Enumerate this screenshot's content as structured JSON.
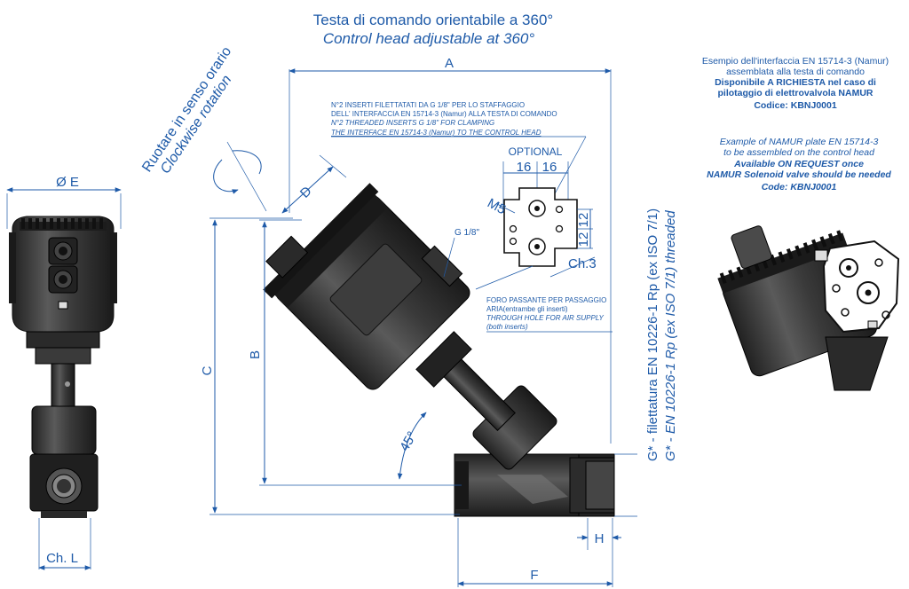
{
  "title": {
    "line_it": "Testa di comando orientabile a 360°",
    "line_en": "Control head adjustable at 360°"
  },
  "rotation": {
    "line_it": "Ruotare in senso orario",
    "line_en": "Clockwise rotation"
  },
  "dimensions": {
    "a": "A",
    "b": "B",
    "c": "C",
    "d": "D",
    "e": "Ø E",
    "f": "F",
    "h": "H",
    "chl": "Ch. L",
    "angle": "45°"
  },
  "thread_label": {
    "line_it": "G* - filettatura EN 10226-1 Rp (ex ISO 7/1)",
    "line_en": "G* - EN 10226-1 Rp (ex ISO 7/1) threaded"
  },
  "inserts_note": {
    "line1": "N°2 INSERTI FILETTATATI DA G 1/8\"  PER LO STAFFAGGIO",
    "line2": "DELL' INTERFACCIA EN 15714-3 (Namur)  ALLA TESTA DI COMANDO",
    "line3": "N°2 THREADED INSERTS G 1/8\" FOR CLAMPING",
    "line4": "THE INTERFACE EN 15714-3 (Namur) TO THE CONTROL HEAD"
  },
  "optional": {
    "label": "OPTIONAL",
    "dim_16a": "16",
    "dim_16b": "16",
    "m5": "M5",
    "dim_12a": "12",
    "dim_12b": "12",
    "ch3": "Ch.3",
    "g18": "G 1/8\""
  },
  "hole_note": {
    "line1": "FORO PASSANTE PER PASSAGGIO",
    "line2": "ARIA(entrambe gli inserti)",
    "line3": "THROUGH HOLE FOR AIR SUPPLY",
    "line4": "(both inserts)"
  },
  "namur_it": {
    "line1": "Esempio dell'interfaccia EN 15714-3 (Namur)",
    "line2": "assemblata alla testa di comando",
    "line3": "Disponibile A RICHIESTA nel caso di",
    "line4": "pilotaggio di elettrovalvola NAMUR",
    "line5": "Codice: KBNJ0001"
  },
  "namur_en": {
    "line1": "Example of NAMUR plate EN 15714-3",
    "line2": "to be assembled on the control head",
    "line3": "Available ON REQUEST once",
    "line4": "NAMUR Solenoid valve should be needed",
    "line5": "Code: KBNJ0001"
  },
  "colors": {
    "annotation": "#1e5aa8",
    "valve_body": "#2b2b2b"
  }
}
